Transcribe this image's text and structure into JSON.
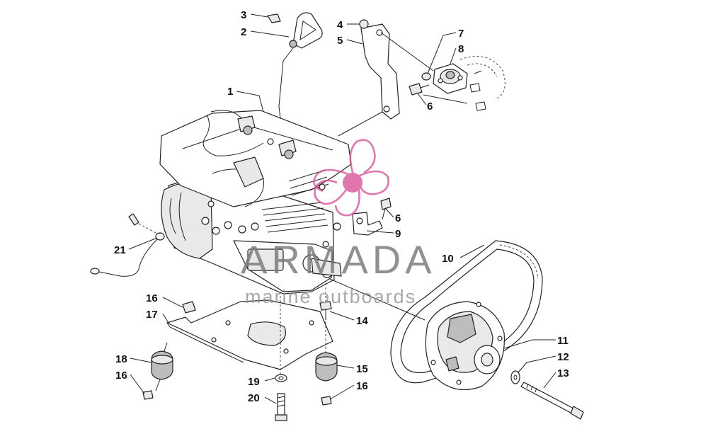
{
  "watermark": {
    "brand": "ARMADA",
    "tagline": "marine outboards",
    "logo_color": "#d9559a",
    "text_color": "#7d7d7d"
  },
  "callouts": [
    "1",
    "2",
    "3",
    "4",
    "5",
    "6",
    "7",
    "8",
    "6",
    "9",
    "10",
    "11",
    "12",
    "13",
    "14",
    "15",
    "16",
    "16",
    "16",
    "17",
    "18",
    "19",
    "20",
    "21"
  ]
}
